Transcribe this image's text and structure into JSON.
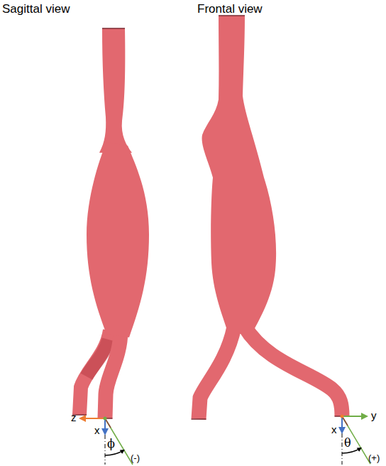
{
  "diagram": {
    "labels": [
      "Sagittal view",
      "Frontal view",
      "z",
      "x",
      "ϕ",
      "(-)",
      "x",
      "y",
      "θ",
      "(+)"
    ]
  }
}
